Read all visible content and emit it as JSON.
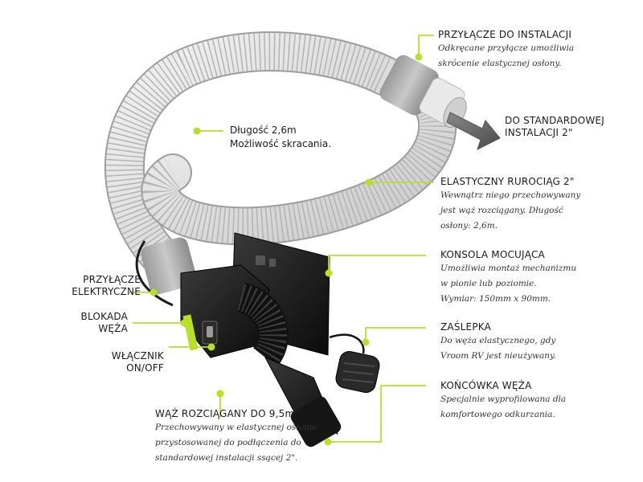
{
  "accent_color": "#b8e02a",
  "labels": {
    "przylacze_instalacji": {
      "title": "PRZYŁĄCZE DO INSTALACJI",
      "desc": [
        "Odkręcane przyłącze umożliwia",
        "skrócenie elastycznej osłony."
      ]
    },
    "do_standardowej": {
      "title": [
        "DO STANDARDOWEJ",
        "INSTALACJI 2\""
      ]
    },
    "dlugosc": {
      "lines": [
        "Długość 2,6m",
        "Możliwość skracania."
      ]
    },
    "rurociag": {
      "title": "ELASTYCZNY RUROCIĄG 2\"",
      "desc": [
        "Wewnątrz niego przechowywany",
        "jest wąż rozciągany. Długość",
        "osłony: 2,6m."
      ]
    },
    "konsola": {
      "title": "KONSOLA MOCUJĄCA",
      "desc": [
        "Umożliwia montaż mechanizmu",
        "w pionie lub poziomie.",
        "Wymiar: 150mm x 90mm."
      ]
    },
    "przylacze_elektryczne": {
      "title": [
        "PRZYŁĄCZE",
        "ELEKTRYCZNE"
      ]
    },
    "blokada": {
      "title": [
        "BLOKADA",
        "WĘŻA"
      ]
    },
    "wlacznik": {
      "title": [
        "WŁĄCZNIK",
        "ON/OFF"
      ]
    },
    "zaslepka": {
      "title": "ZAŚLEPKA",
      "desc": [
        "Do węża elastycznego, gdy",
        "Vroom RV jest nieużywany."
      ]
    },
    "koncowka": {
      "title": "KOŃCÓWKA WĘŻA",
      "desc": [
        "Specjalnie wyprofilowana dla",
        "komfortowego odkurzania."
      ]
    },
    "waz": {
      "title": "WĄŻ ROZCIĄGANY DO 9,5m",
      "desc": [
        "Przechowywany w elastycznej osłonie",
        "przystosowanej  do podłączenia do",
        "standardowej instalacji ssącej 2\"."
      ]
    }
  }
}
